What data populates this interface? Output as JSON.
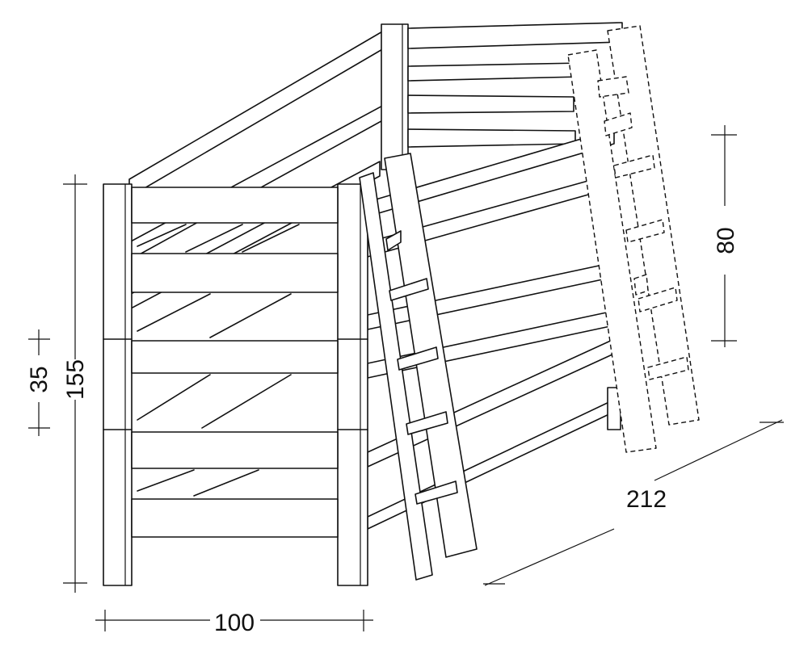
{
  "dimensions": {
    "width_label": "100",
    "length_label": "212",
    "total_height_label": "155",
    "under_height_label": "35",
    "ladder_height_label": "80"
  }
}
